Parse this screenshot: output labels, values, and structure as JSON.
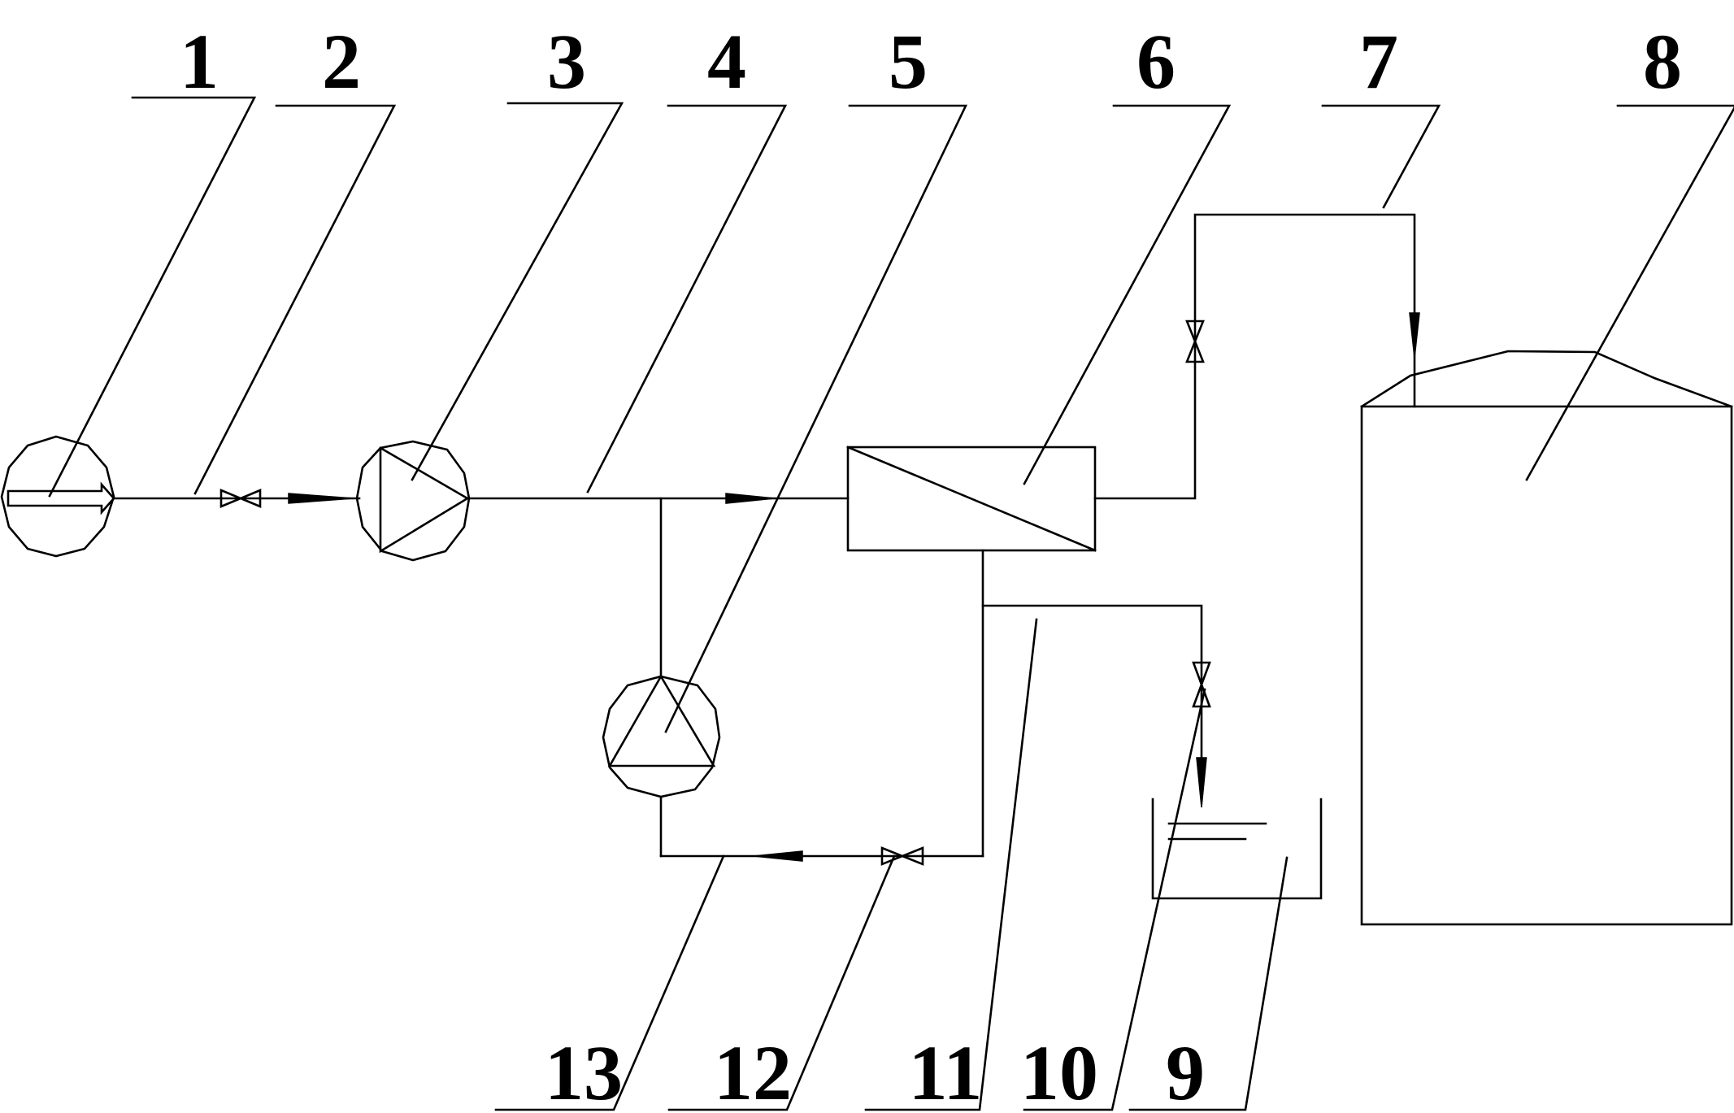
{
  "labels": {
    "l1": "1",
    "l2": "2",
    "l3": "3",
    "l4": "4",
    "l5": "5",
    "l6": "6",
    "l7": "7",
    "l8": "8",
    "l9": "9",
    "l10": "10",
    "l11": "11",
    "l12": "12",
    "l13": "13"
  },
  "colors": {
    "line": "#000000",
    "background": "#ffffff"
  },
  "icons": {
    "source": "source-circle-icon",
    "valve": "valve-icon",
    "pump": "pump-icon",
    "membrane": "membrane-module-icon",
    "tank": "storage-tank-icon",
    "basin": "basin-icon"
  }
}
